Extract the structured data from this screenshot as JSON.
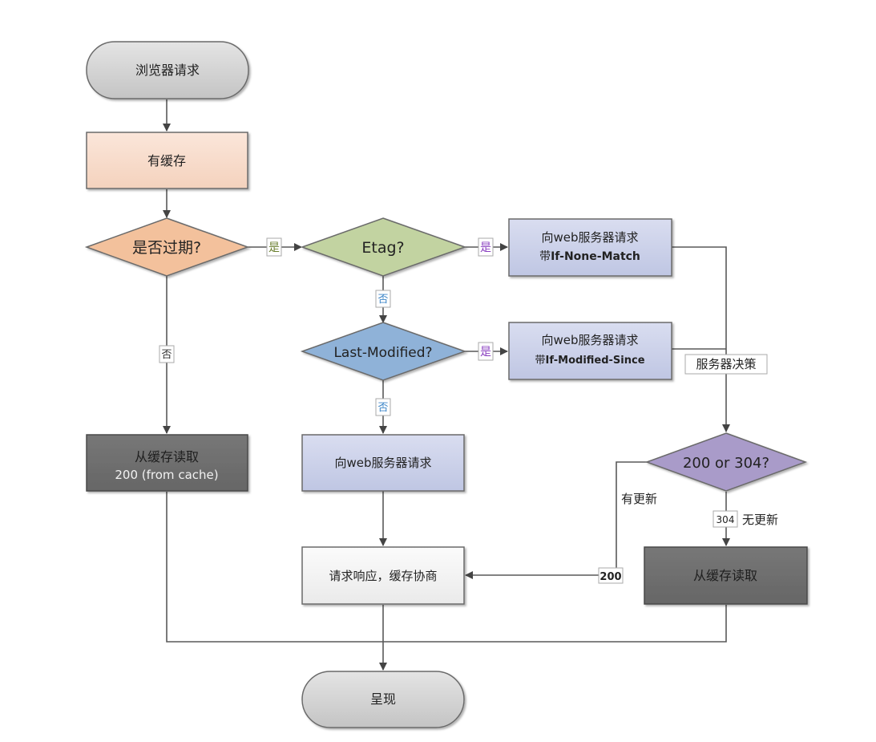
{
  "title": "浏览器缓存流程图",
  "colors": {
    "terminal": "#d0d0d0",
    "has_cache": "#f5d5c0",
    "expired_diamond": "#f3c19c",
    "etag_diamond": "#c2d3a1",
    "lastmod_diamond": "#8fb2d8",
    "request_box": "#c6cce6",
    "server_diamond": "#a99bc9",
    "dark_box": "#6c6c6c",
    "response_box": "#f4f4f4",
    "line": "#595959",
    "yes_green": "#6a7f2f",
    "yes_purple": "#8a3fc0",
    "no_blue": "#3d86c8"
  },
  "nodes": {
    "start": {
      "label": "浏览器请求"
    },
    "has_cache": {
      "label": "有缓存"
    },
    "expired": {
      "label": "是否过期?"
    },
    "etag": {
      "label": "Etag?"
    },
    "req_etag": {
      "line1": "向web服务器请求",
      "line2_prefix": "带",
      "line2_bold": "If-None-Match"
    },
    "last_modified": {
      "label": "Last-Modified?"
    },
    "req_lastmod": {
      "line1": "向web服务器请求",
      "line2_prefix": "带",
      "line2_bold": "If-Modified-Since"
    },
    "cache_read_200": {
      "line1": "从缓存读取",
      "line2": "200 (from cache)"
    },
    "req_plain": {
      "label": "向web服务器请求"
    },
    "server_decision": {
      "label": "200 or 304?"
    },
    "response": {
      "label": "请求响应，缓存协商"
    },
    "cache_read_304": {
      "label": "从缓存读取"
    },
    "end": {
      "label": "呈现"
    }
  },
  "edge_labels": {
    "expired_yes": "是",
    "expired_no": "否",
    "etag_yes": "是",
    "etag_no": "否",
    "lastmod_yes": "是",
    "lastmod_no": "否",
    "server_decision": "服务器决策",
    "has_update": "有更新",
    "code_200": "200",
    "code_304": "304",
    "no_update": "无更新"
  }
}
